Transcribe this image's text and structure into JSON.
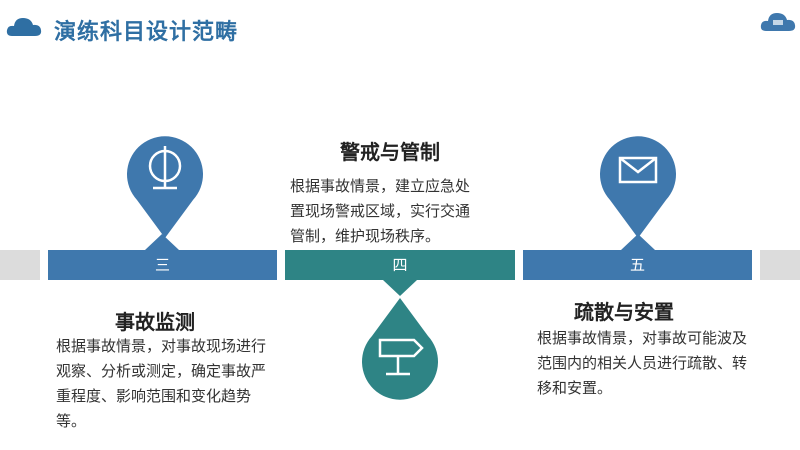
{
  "header": {
    "title": "演练科目设计范畴",
    "title_icon": "cloud-icon",
    "corner_logo": "cloud-logo-icon"
  },
  "colors": {
    "title": "#2f6fa3",
    "blue": "#3f78ad",
    "teal": "#2e8485",
    "stub_gray": "#dcdcdc"
  },
  "steps": [
    {
      "number": "三",
      "heading": "事故监测",
      "description": "根据事故情景，对事故现场进行观察、分析或测定，确定事故严重程度、影响范围和变化趋势等。",
      "icon": "monitor-gauge-icon",
      "color": "#3f78ad"
    },
    {
      "number": "四",
      "heading": "警戒与管制",
      "description": "根据事故情景，建立应急处置现场警戒区域，实行交通管制，维护现场秩序。",
      "icon": "signpost-icon",
      "color": "#2e8485"
    },
    {
      "number": "五",
      "heading": "疏散与安置",
      "description": "根据事故情景，对事故可能波及范围内的相关人员进行疏散、转移和安置。",
      "icon": "envelope-icon",
      "color": "#3f78ad"
    }
  ]
}
